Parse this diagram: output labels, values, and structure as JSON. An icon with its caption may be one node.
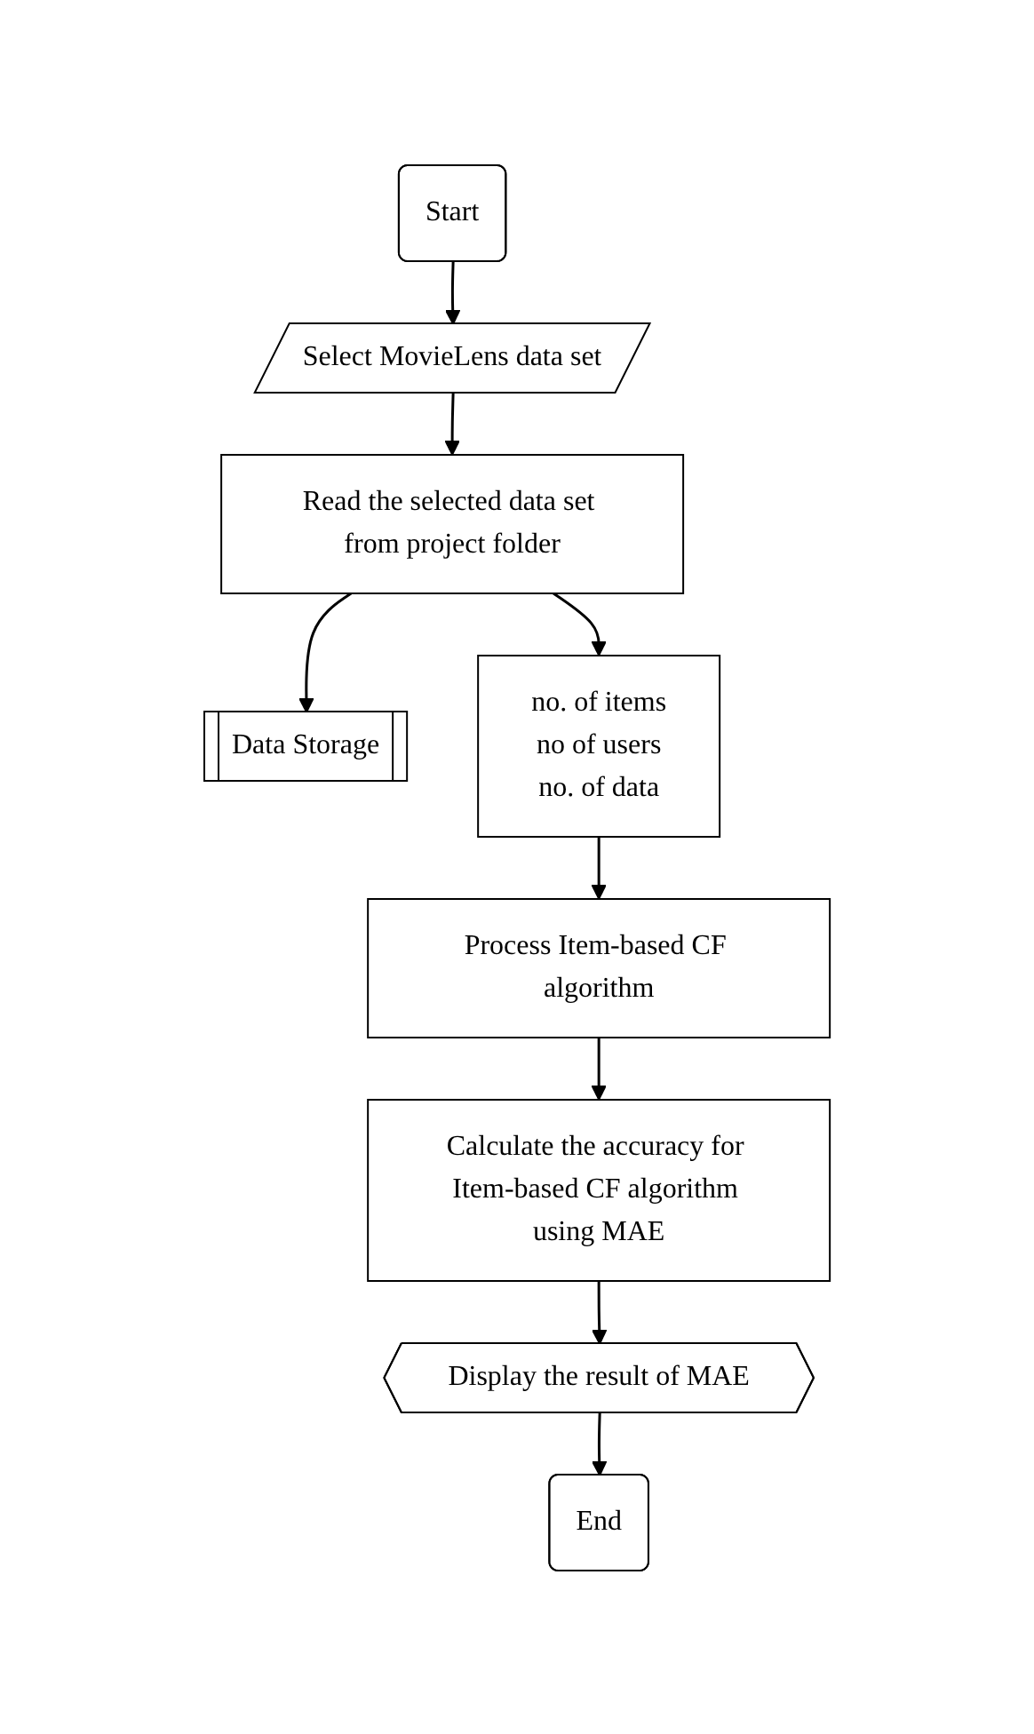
{
  "diagram": {
    "nodes": [
      {
        "text": [
          "Start"
        ]
      },
      {
        "text": [
          "Select MovieLens data set"
        ]
      },
      {
        "text": [
          "Read the selected data set from project folder"
        ]
      },
      {
        "text": [
          "Data Storage"
        ]
      },
      {
        "text": [
          "no. of items",
          "no of users",
          "no. of data"
        ]
      },
      {
        "text": [
          "Process Item-based CF algorithm"
        ]
      },
      {
        "text": [
          "Calculate the accuracy for Item-based CF algorithm using MAE"
        ]
      },
      {
        "text": [
          "Display the result of MAE"
        ]
      },
      {
        "text": [
          "End"
        ]
      }
    ],
    "edges": [
      {
        "from": 0,
        "to": 1,
        "arrow": "to"
      },
      {
        "from": 1,
        "to": 2,
        "arrow": "to"
      },
      {
        "from": 2,
        "to": 3,
        "arrow": "to"
      },
      {
        "from": 2,
        "to": 4,
        "arrow": "to"
      },
      {
        "from": 4,
        "to": 5,
        "arrow": "to"
      },
      {
        "from": 5,
        "to": 6,
        "arrow": "to"
      },
      {
        "from": 6,
        "to": 7,
        "arrow": "to"
      },
      {
        "from": 7,
        "to": 8,
        "arrow": "to"
      }
    ]
  }
}
